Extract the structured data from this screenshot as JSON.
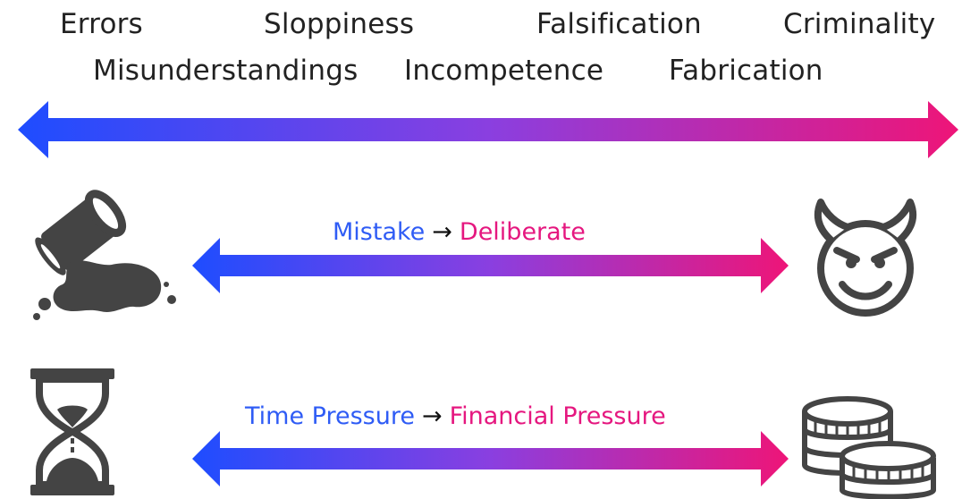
{
  "spectrum": {
    "top_row": [
      "Errors",
      "Sloppiness",
      "Falsification",
      "Criminality"
    ],
    "bottom_row": [
      "Misunderstandings",
      "Incompetence",
      "Fabrication"
    ]
  },
  "rows": [
    {
      "from": "Mistake",
      "arrow": "→",
      "to": "Deliberate",
      "left_icon": "spilled-cup-icon",
      "right_icon": "devil-face-icon"
    },
    {
      "from": "Time Pressure",
      "arrow": "→",
      "to": "Financial Pressure",
      "left_icon": "hourglass-icon",
      "right_icon": "coin-stacks-icon"
    }
  ],
  "colors": {
    "start": "#1e4dff",
    "mid": "#8a3fe0",
    "end": "#ee1578",
    "icon": "#444444"
  }
}
